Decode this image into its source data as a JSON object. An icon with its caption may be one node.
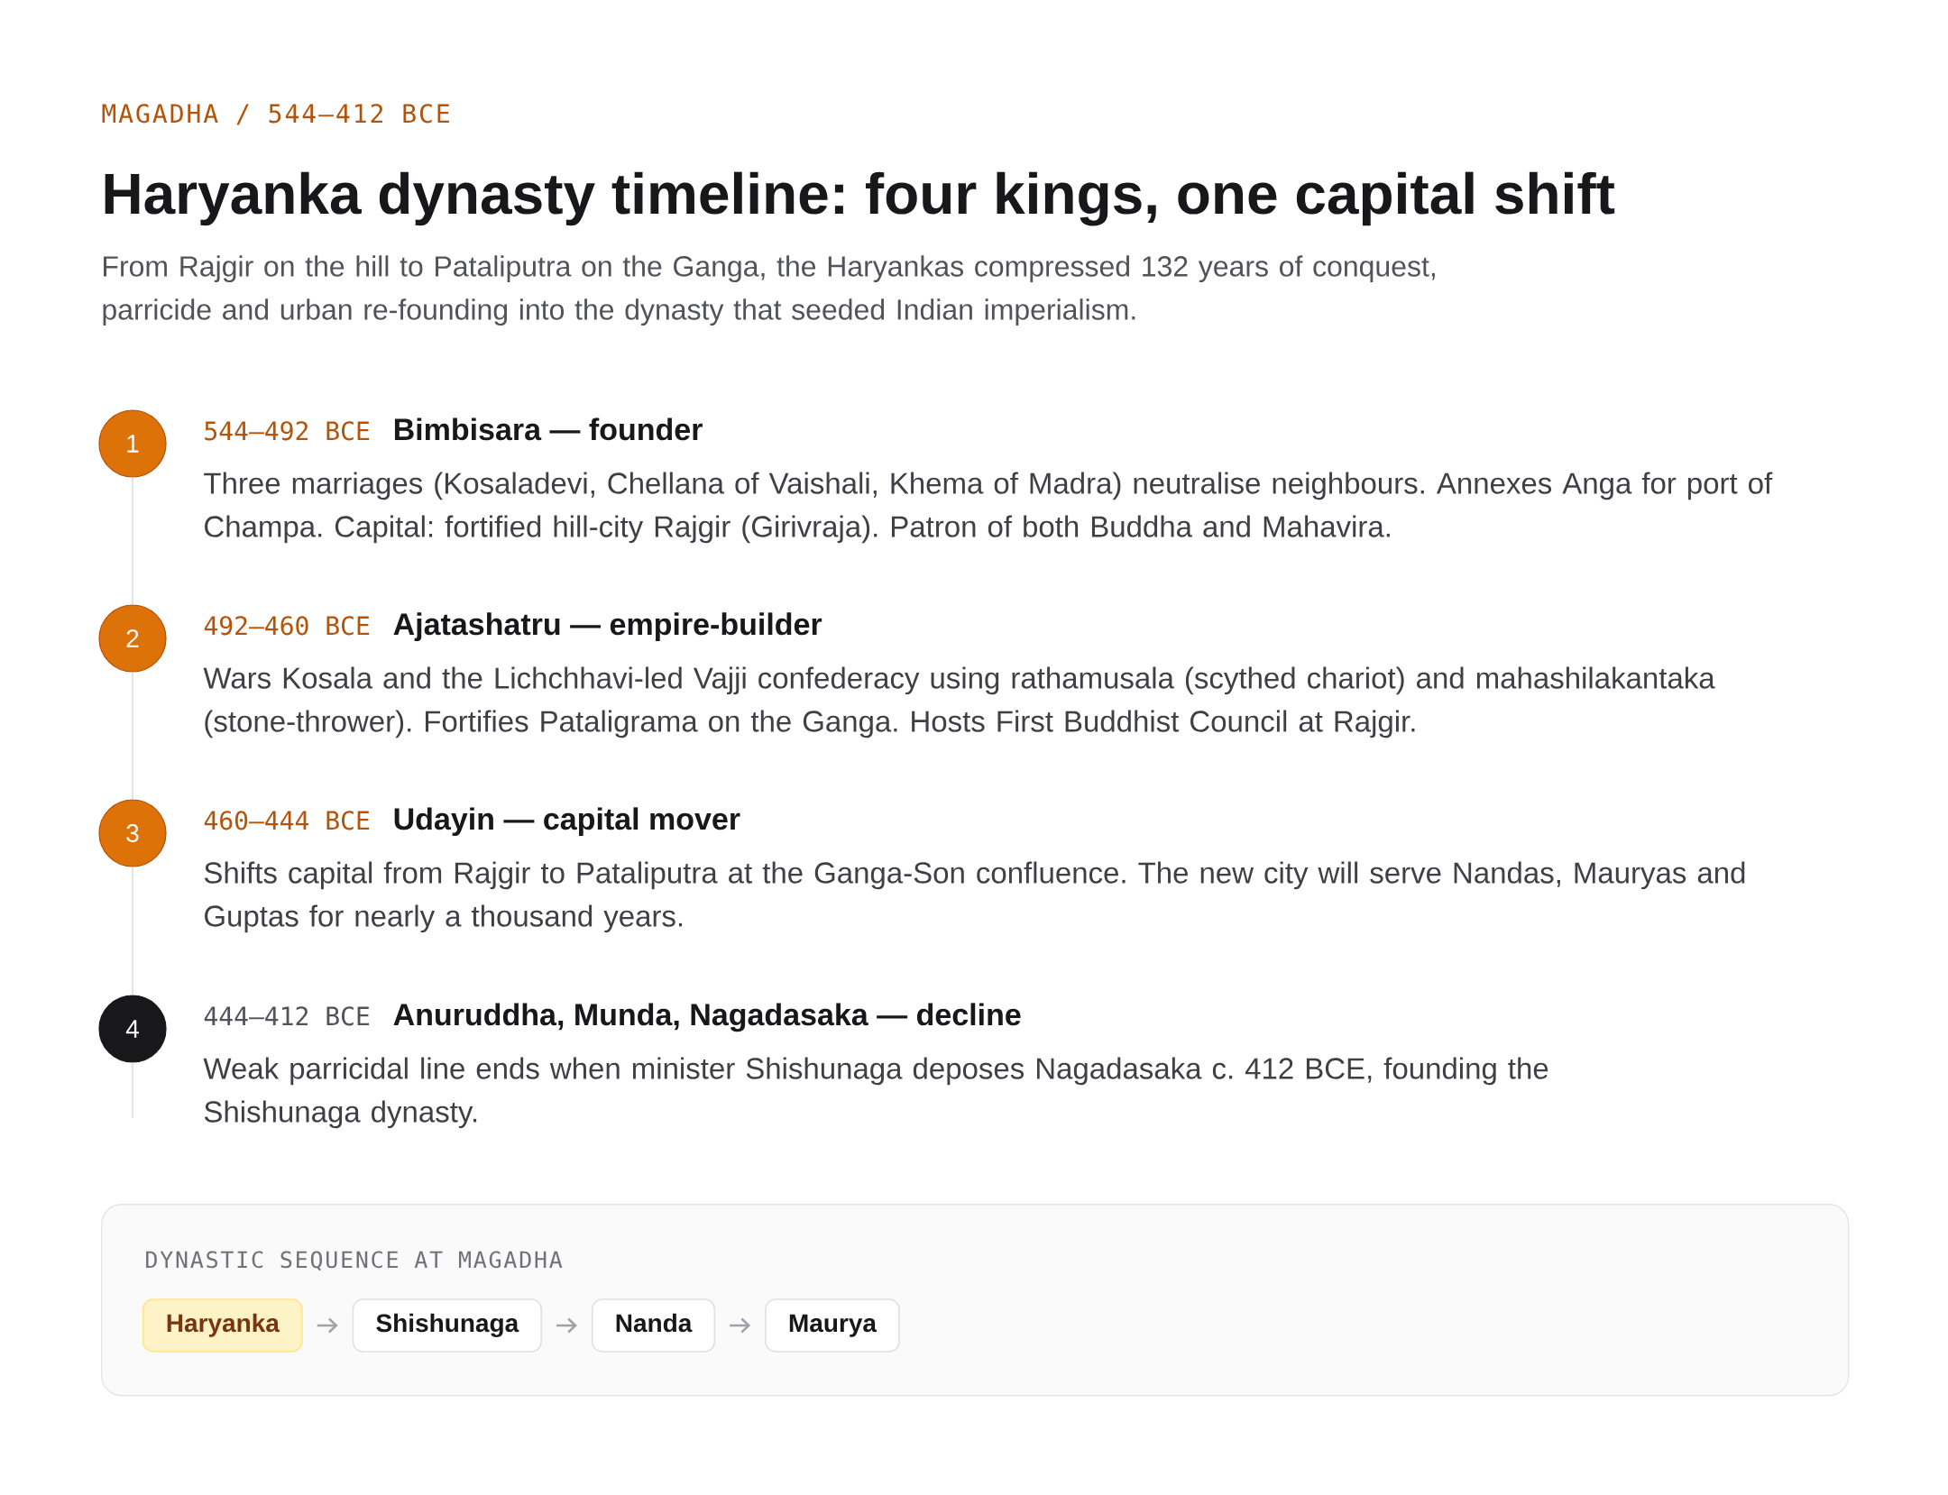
{
  "diagram": {
    "title": "Haryanka dynasty timeline: four kings, one capital shift",
    "nodes": [
      {
        "text": [
          "1"
        ],
        "beside": [
          "544–492 BCE",
          "Bimbisara — founder",
          "Three marriages (Kosaladevi, Chellana of Vaishali, Khema of Madra) neutralise neighbours. Annexes Anga for port of Champa. Capital: fortified hill-city Rajgir (Girivraja). Patron of both Buddha and Mahavira."
        ]
      },
      {
        "text": [
          "2"
        ],
        "beside": [
          "492–460 BCE",
          "Ajatashatru — empire-builder",
          "Wars Kosala and the Lichchhavi-led Vajji confederacy using rathamusala (scythed chariot) and mahashilakantaka (stone-thrower). Fortifies Pataligrama on the Ganga. Hosts First Buddhist Council at Rajgir."
        ]
      },
      {
        "text": [
          "3"
        ],
        "beside": [
          "460–444 BCE",
          "Udayin — capital mover",
          "Shifts capital from Rajgir to Pataliputra at the Ganga-Son confluence. The new city will serve Nandas, Mauryas and Guptas for nearly a thousand years."
        ]
      },
      {
        "text": [
          "4"
        ],
        "beside": [
          "444–412 BCE",
          "Anuruddha, Munda, Nagadasaka — decline",
          "Weak parricidal line ends when minister Shishunaga deposes Nagadasaka c. 412 BCE, founding the Shishunaga dynasty."
        ]
      },
      {
        "text": [
          "DYNASTIC SEQUENCE AT MAGADHA"
        ]
      },
      {
        "text": [
          "Haryanka"
        ],
        "in": 4
      },
      {
        "text": [
          "Shishunaga"
        ],
        "in": 4
      },
      {
        "text": [
          "Nanda"
        ],
        "in": 4
      },
      {
        "text": [
          "Maurya"
        ],
        "in": 4
      }
    ],
    "edges": [
      {
        "from": 0,
        "to": 1,
        "arrow": "none",
        "color": "#e4e4e7"
      },
      {
        "from": 1,
        "to": 2,
        "arrow": "none",
        "color": "#e4e4e7"
      },
      {
        "from": 2,
        "to": 3,
        "arrow": "none",
        "color": "#e4e4e7"
      },
      {
        "from": 5,
        "to": 6,
        "arrow": "to"
      },
      {
        "from": 6,
        "to": 7,
        "arrow": "to"
      },
      {
        "from": 7,
        "to": 8,
        "arrow": "to"
      }
    ],
    "labels": [
      "MAGADHA / 544–412 BCE",
      "From Rajgir on the hill to Pataliputra on the Ganga, the Haryankas compressed 132 years of conquest, parricide and urban re-founding into the dynasty that seeded Indian imperialism."
    ]
  }
}
